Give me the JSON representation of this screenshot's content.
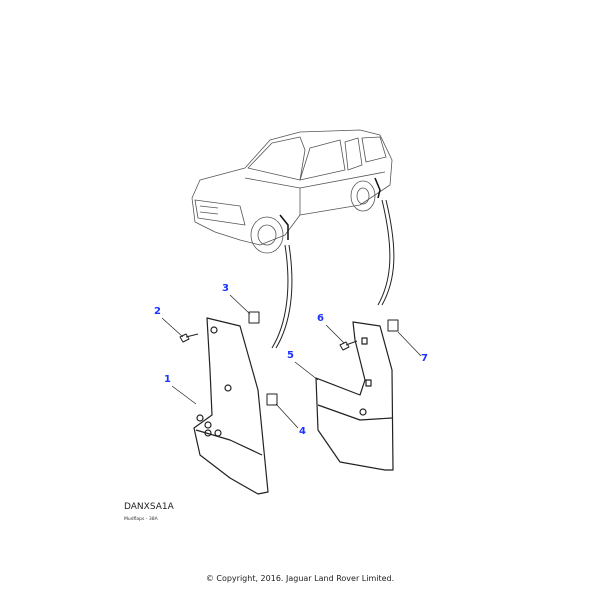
{
  "diagram": {
    "code": "DANXSA1A",
    "caption": "Mudflaps - 38A",
    "callouts": [
      "1",
      "2",
      "3",
      "4",
      "5",
      "6",
      "7"
    ]
  },
  "footer": {
    "copyright": "© Copyright, 2016. Jaguar Land Rover Limited."
  },
  "colors": {
    "callout": "#1a33ff",
    "line": "#222222"
  }
}
